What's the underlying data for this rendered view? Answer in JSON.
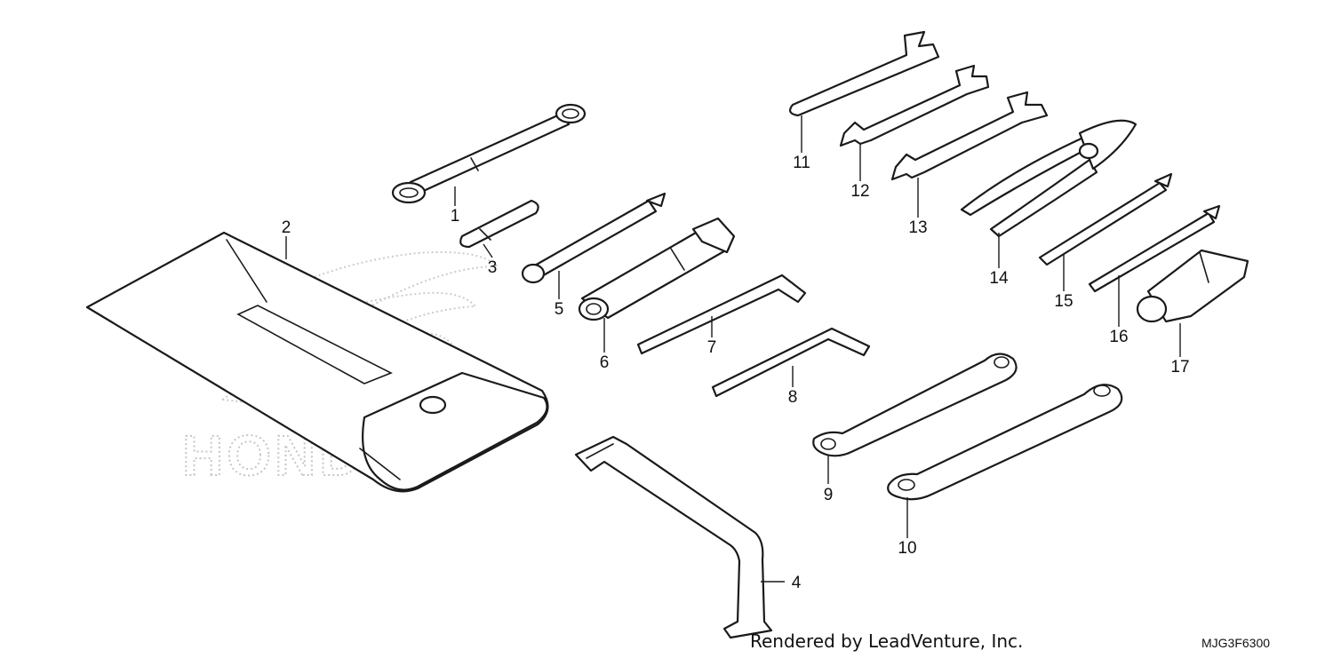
{
  "diagram": {
    "watermark": {
      "brand": "HONDA",
      "icon": "honda-wing-logo-watermark"
    },
    "callouts": [
      {
        "id": "1",
        "label": "1"
      },
      {
        "id": "2",
        "label": "2"
      },
      {
        "id": "3",
        "label": "3"
      },
      {
        "id": "4",
        "label": "4"
      },
      {
        "id": "5",
        "label": "5"
      },
      {
        "id": "6",
        "label": "6"
      },
      {
        "id": "7",
        "label": "7"
      },
      {
        "id": "8",
        "label": "8"
      },
      {
        "id": "9",
        "label": "9"
      },
      {
        "id": "10",
        "label": "10"
      },
      {
        "id": "11",
        "label": "11"
      },
      {
        "id": "12",
        "label": "12"
      },
      {
        "id": "13",
        "label": "13"
      },
      {
        "id": "14",
        "label": "14"
      },
      {
        "id": "15",
        "label": "15"
      },
      {
        "id": "16",
        "label": "16"
      },
      {
        "id": "17",
        "label": "17"
      }
    ],
    "footer": {
      "credit": "Rendered by LeadVenture, Inc.",
      "code": "MJG3F6300"
    },
    "colors": {
      "line": "#1a1a1a",
      "watermark": "#bdbdbd",
      "background": "#ffffff"
    }
  }
}
